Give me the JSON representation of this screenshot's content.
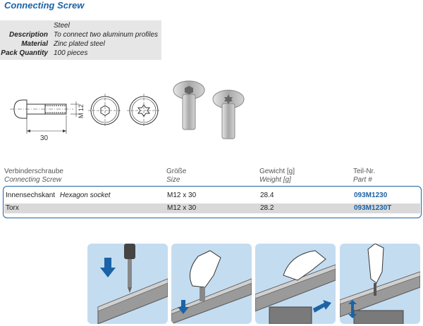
{
  "title": "Connecting Screw",
  "info": {
    "first_line": "Steel",
    "rows": [
      {
        "label": "Description",
        "value": "To connect two aluminum profiles"
      },
      {
        "label": "Material",
        "value": "Zinc plated steel"
      },
      {
        "label": "Pack Quantity",
        "value": "100 pieces"
      }
    ]
  },
  "drawing": {
    "dim_length": "30",
    "dim_thread": "M 12"
  },
  "table": {
    "headers": [
      {
        "de": "Verbinderschraube",
        "en": "Connecting Screw"
      },
      {
        "de": "Größe",
        "en": "Size"
      },
      {
        "de": "Gewicht [g]",
        "en": "Weight [g]"
      },
      {
        "de": "Teil-Nr.",
        "en": "Part #"
      }
    ],
    "rows": [
      {
        "name_de": "Innensechskant",
        "name_en": "Hexagon socket",
        "size": "M12 x 30",
        "weight": "28.4",
        "part": "093M1230"
      },
      {
        "name_de": "Torx",
        "name_en": "",
        "size": "M12 x 30",
        "weight": "28.2",
        "part": "093M1230T"
      }
    ]
  },
  "colors": {
    "accent": "#1a63a6",
    "panel_bg": "#c4dcf0",
    "info_bg": "#e6e6e6"
  }
}
